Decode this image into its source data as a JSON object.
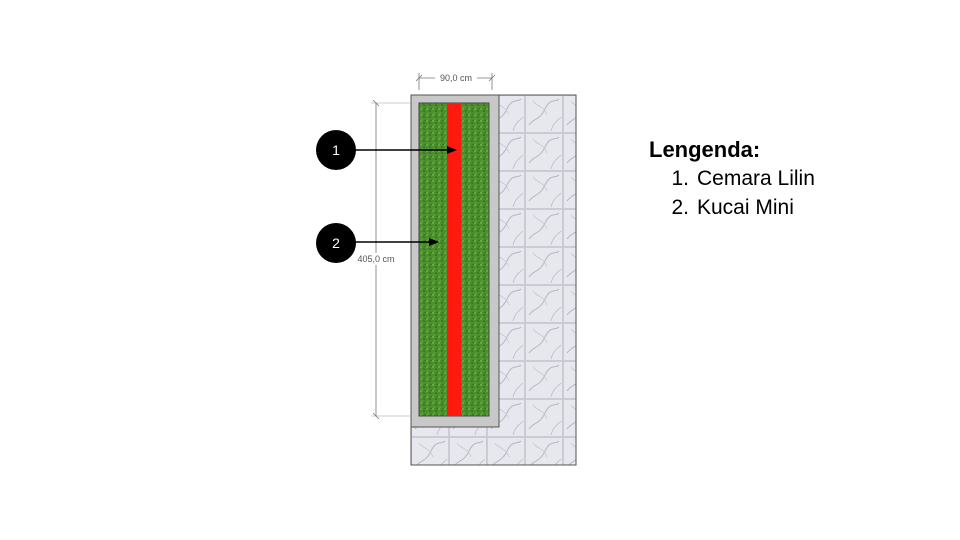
{
  "diagram": {
    "width_label": "90,0 cm",
    "length_label": "405,0 cm",
    "callouts": [
      {
        "number": "1",
        "target": "Cemara Lilin"
      },
      {
        "number": "2",
        "target": "Kucai Mini"
      }
    ],
    "colors": {
      "grass": "#4a8f2c",
      "red_strip": "#ff1a10",
      "border": "#c8c8c8",
      "marble": "#e6e8ee",
      "callout_fill": "#000000"
    }
  },
  "legend": {
    "title": "Lengenda:",
    "items": [
      {
        "num": "1.",
        "label": "Cemara Lilin"
      },
      {
        "num": "2.",
        "label": "Kucai Mini"
      }
    ]
  }
}
